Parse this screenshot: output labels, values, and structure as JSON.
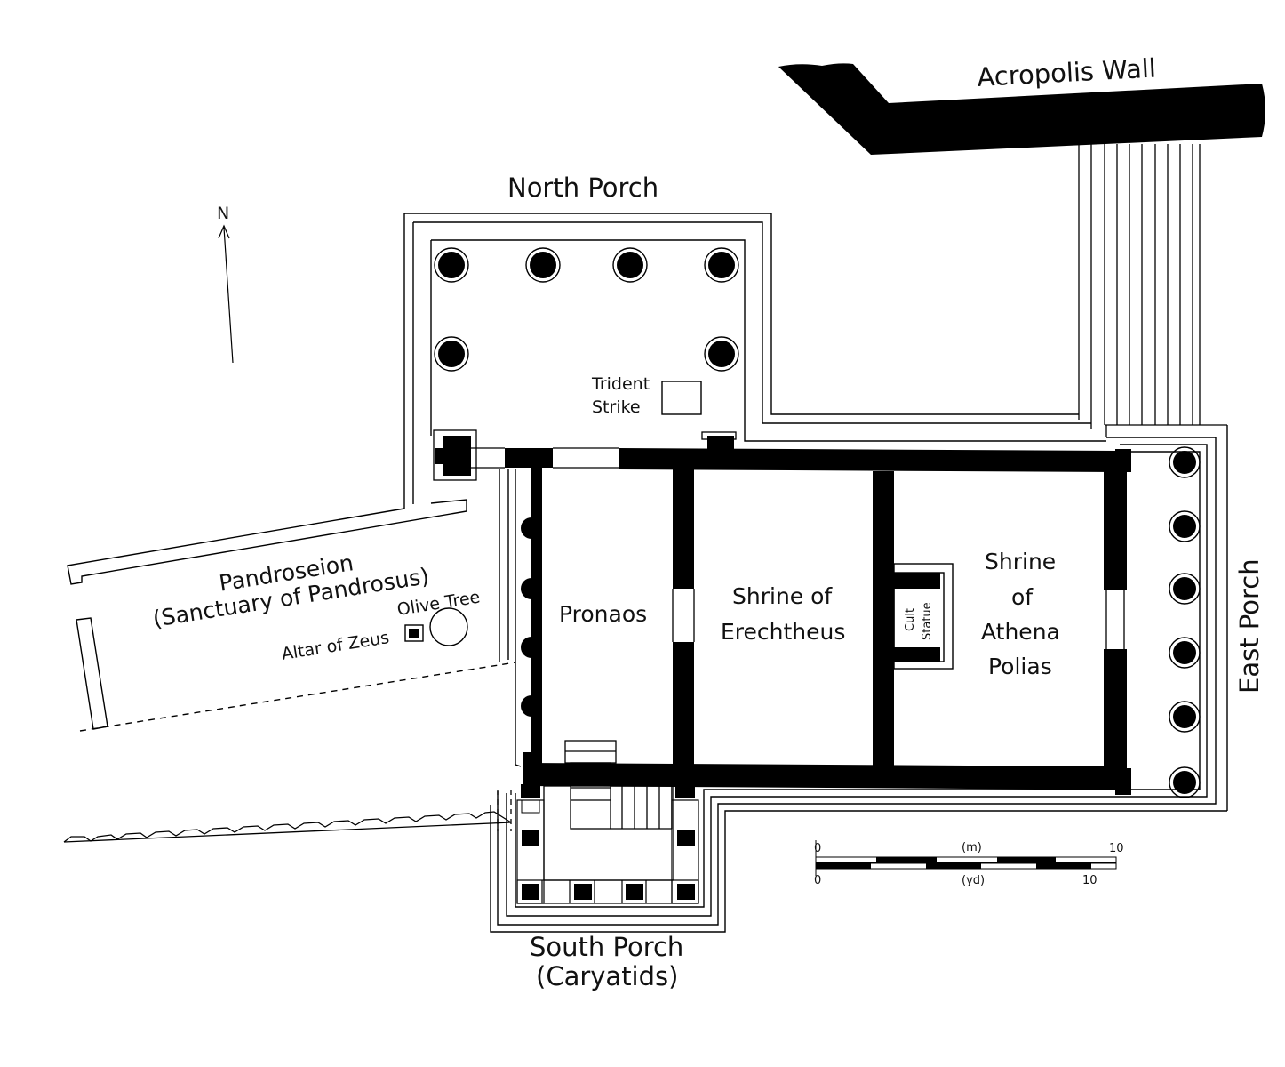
{
  "labels": {
    "acropolis_wall": "Acropolis Wall",
    "north_porch": "North Porch",
    "east_porch": "East Porch",
    "south_porch_line1": "South Porch",
    "south_porch_line2": "(Caryatids)",
    "pandroseion_line1": "Pandroseion",
    "pandroseion_line2": "(Sanctuary of Pandrosus)",
    "olive_tree": "Olive Tree",
    "altar_of_zeus": "Altar of Zeus",
    "trident_line1": "Trident",
    "trident_line2": "Strike",
    "pronaos": "Pronaos",
    "erechtheus_line1": "Shrine of",
    "erechtheus_line2": "Erechtheus",
    "athena_line1": "Shrine",
    "athena_line2": "of",
    "athena_line3": "Athena",
    "athena_line4": "Polias",
    "cult_line1": "Cult",
    "cult_line2": "Statue",
    "north_arrow": "N"
  },
  "scale_bar": {
    "meters_label": "(m)",
    "yards_label": "(yd)",
    "start": "0",
    "meters_end": "10",
    "yards_end": "10"
  },
  "colors": {
    "wall": "#000000",
    "line": "#000000",
    "background": "#ffffff"
  }
}
